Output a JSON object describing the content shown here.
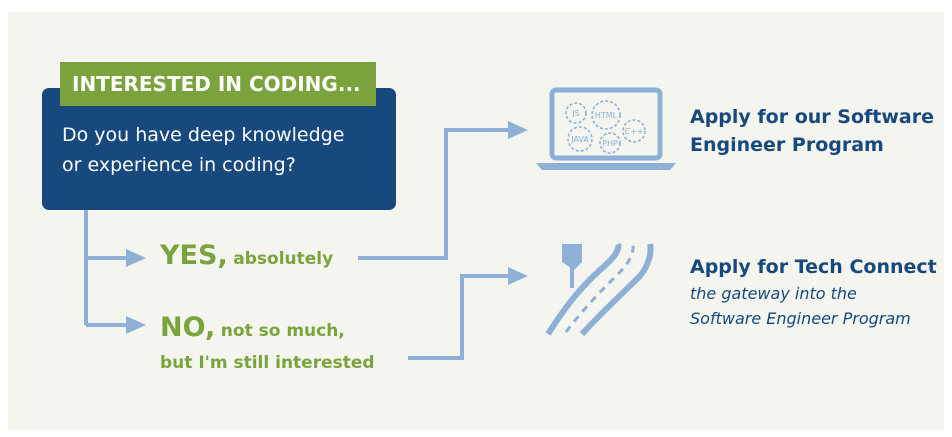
{
  "question": {
    "tag": "INTERESTED IN CODING...",
    "line1": "Do you have deep knowledge",
    "line2": "or experience in coding?"
  },
  "answers": {
    "yes": {
      "strong": "YES,",
      "rest": "absolutely"
    },
    "no": {
      "strong": "NO,",
      "rest": "not so much,",
      "line2": "but I'm still interested"
    }
  },
  "destinations": {
    "software_engineer": {
      "line1": "Apply for our Software",
      "line2": "Engineer Program"
    },
    "tech_connect": {
      "title": "Apply for Tech Connect",
      "sub1": "the gateway into the",
      "sub2": "Software Engineer Program"
    }
  },
  "laptop_gears": [
    "JS",
    "HTML",
    "JAVA",
    "PHP",
    "C++"
  ],
  "icons": {
    "laptop": "laptop-code-icon",
    "road": "road-signpost-icon"
  },
  "colors": {
    "navy": "#17497f",
    "green": "#7aa33d",
    "connector": "#8fb0d6",
    "background": "#f4f5ef"
  }
}
